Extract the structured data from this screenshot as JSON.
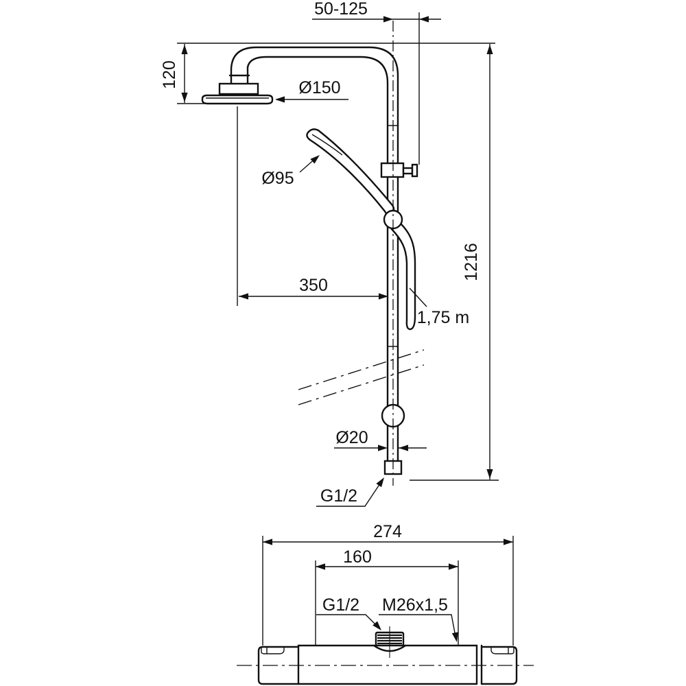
{
  "drawing": {
    "type": "technical-dimension-drawing",
    "subject": "shower column with overhead shower, hand shower and thermostatic mixer valve",
    "line_color": "#111111",
    "background_color": "#ffffff"
  },
  "labels": {
    "wall_distance": "50-125",
    "head_drop": "120",
    "head_diameter": "Ø150",
    "hand_shower_diameter": "Ø95",
    "horizontal_reach": "350",
    "total_height": "1216",
    "hose_length": "1,75 m",
    "pipe_diameter": "Ø20",
    "riser_thread": "G1/2",
    "valve_width": "274",
    "valve_connection_spacing": "160",
    "valve_outlet_thread": "G1/2",
    "valve_union_thread": "M26x1,5"
  }
}
